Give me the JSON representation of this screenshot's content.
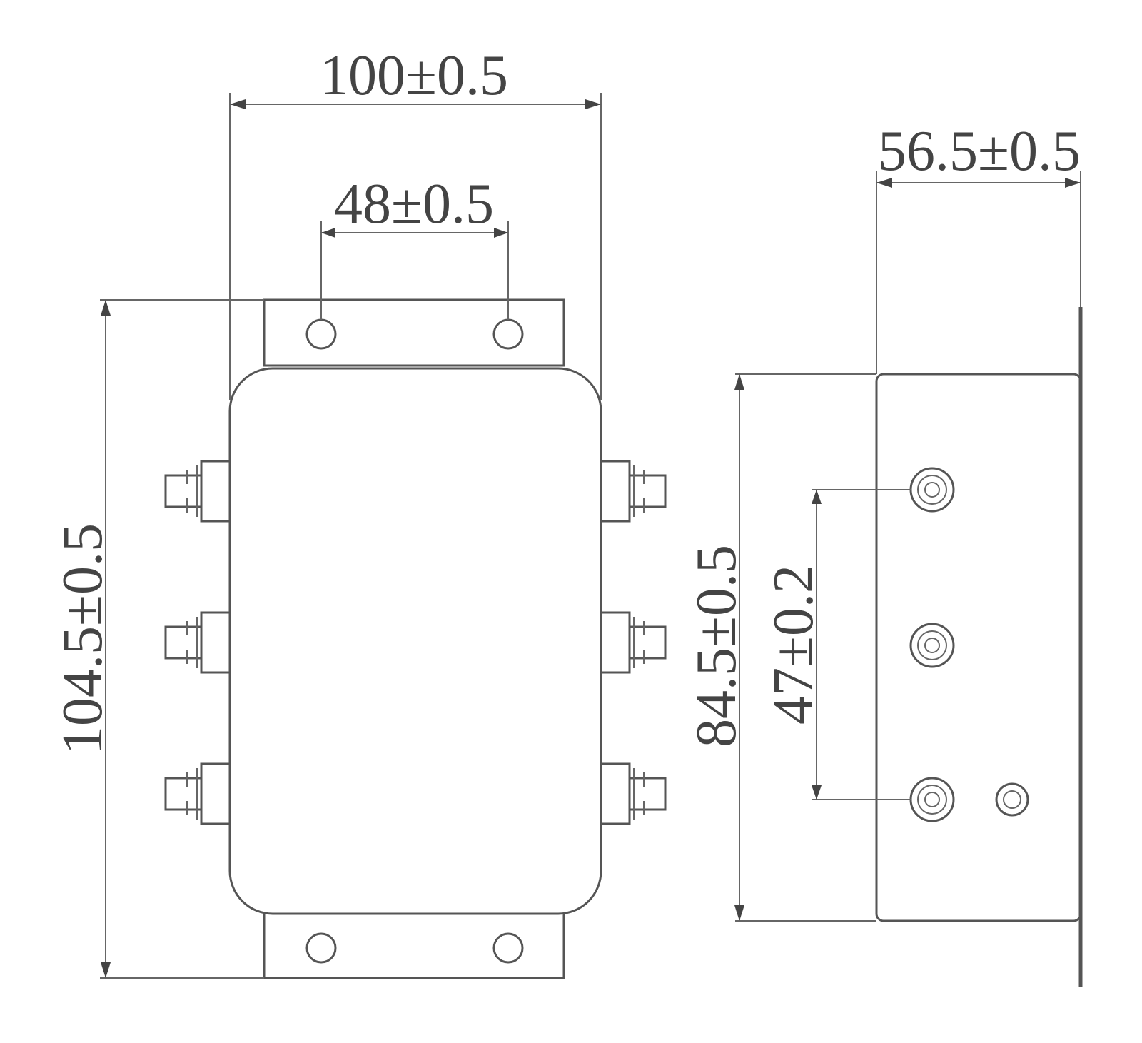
{
  "colors": {
    "line": "#555555",
    "text": "#444444",
    "background": "#ffffff"
  },
  "front_view": {
    "overall_width_label": "100±0.5",
    "mount_hole_spacing_label": "48±0.5",
    "overall_height_label": "104.5±0.5"
  },
  "side_view": {
    "depth_label": "56.5±0.5",
    "body_height_label": "84.5±0.5",
    "terminal_spacing_label": "47±0.2"
  }
}
